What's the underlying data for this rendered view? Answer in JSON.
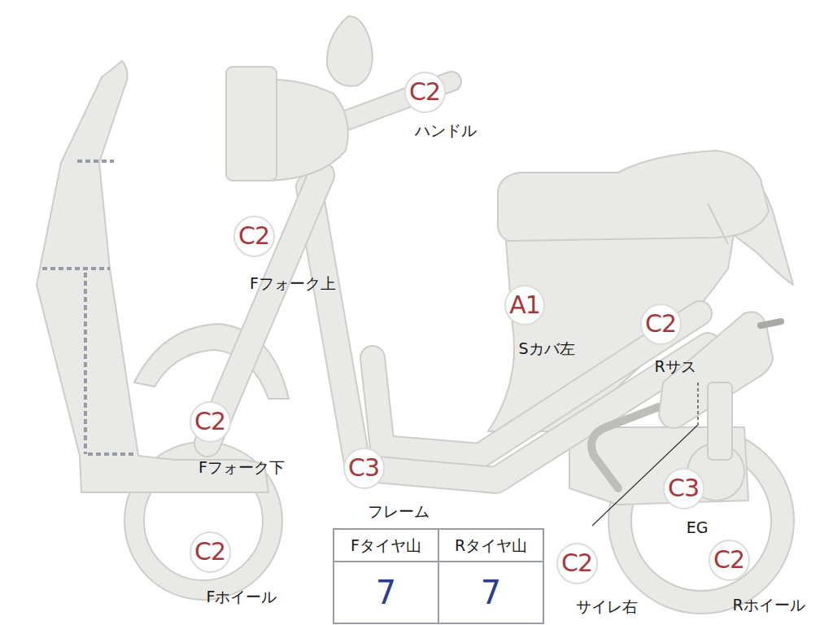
{
  "diagram": {
    "nodes": [
      {
        "text": [
          "C2",
          "ハンドル"
        ]
      },
      {
        "text": [
          "C2",
          "Fフォーク上"
        ]
      },
      {
        "text": [
          "A1",
          "Sカバ左"
        ]
      },
      {
        "text": [
          "C2",
          "Rサス"
        ]
      },
      {
        "text": [
          "C2",
          "Fフォーク下"
        ]
      },
      {
        "text": [
          "C3",
          "フレーム"
        ]
      },
      {
        "text": [
          "C3",
          "EG"
        ]
      },
      {
        "text": [
          "C2",
          "Fホイール"
        ]
      },
      {
        "text": [
          "C2",
          "サイレ右"
        ]
      },
      {
        "text": [
          "C2",
          "Rホイール"
        ]
      }
    ],
    "labels": [
      "Fタイヤ山",
      "Rタイヤ山",
      "7",
      "7"
    ]
  }
}
